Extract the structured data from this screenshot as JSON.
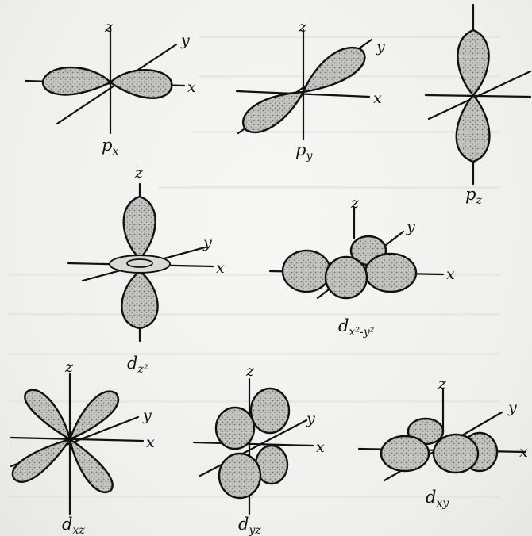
{
  "axes": {
    "x": "x",
    "y": "y",
    "z": "z"
  },
  "orbitals": {
    "px": {
      "main": "p",
      "sub": "x"
    },
    "py": {
      "main": "p",
      "sub": "y"
    },
    "pz": {
      "main": "p",
      "sub": "z"
    },
    "dz2": {
      "main": "d",
      "sub": "z²"
    },
    "dx2y2": {
      "main": "d",
      "sub": "x²-y²"
    },
    "dxz": {
      "main": "d",
      "sub": "xz"
    },
    "dyz": {
      "main": "d",
      "sub": "yz"
    },
    "dxy": {
      "main": "d",
      "sub": "xy"
    }
  },
  "colors": {
    "ink": "#111111",
    "lobe_fill": "#bdbdb9",
    "paper": "#f3f3f1"
  }
}
